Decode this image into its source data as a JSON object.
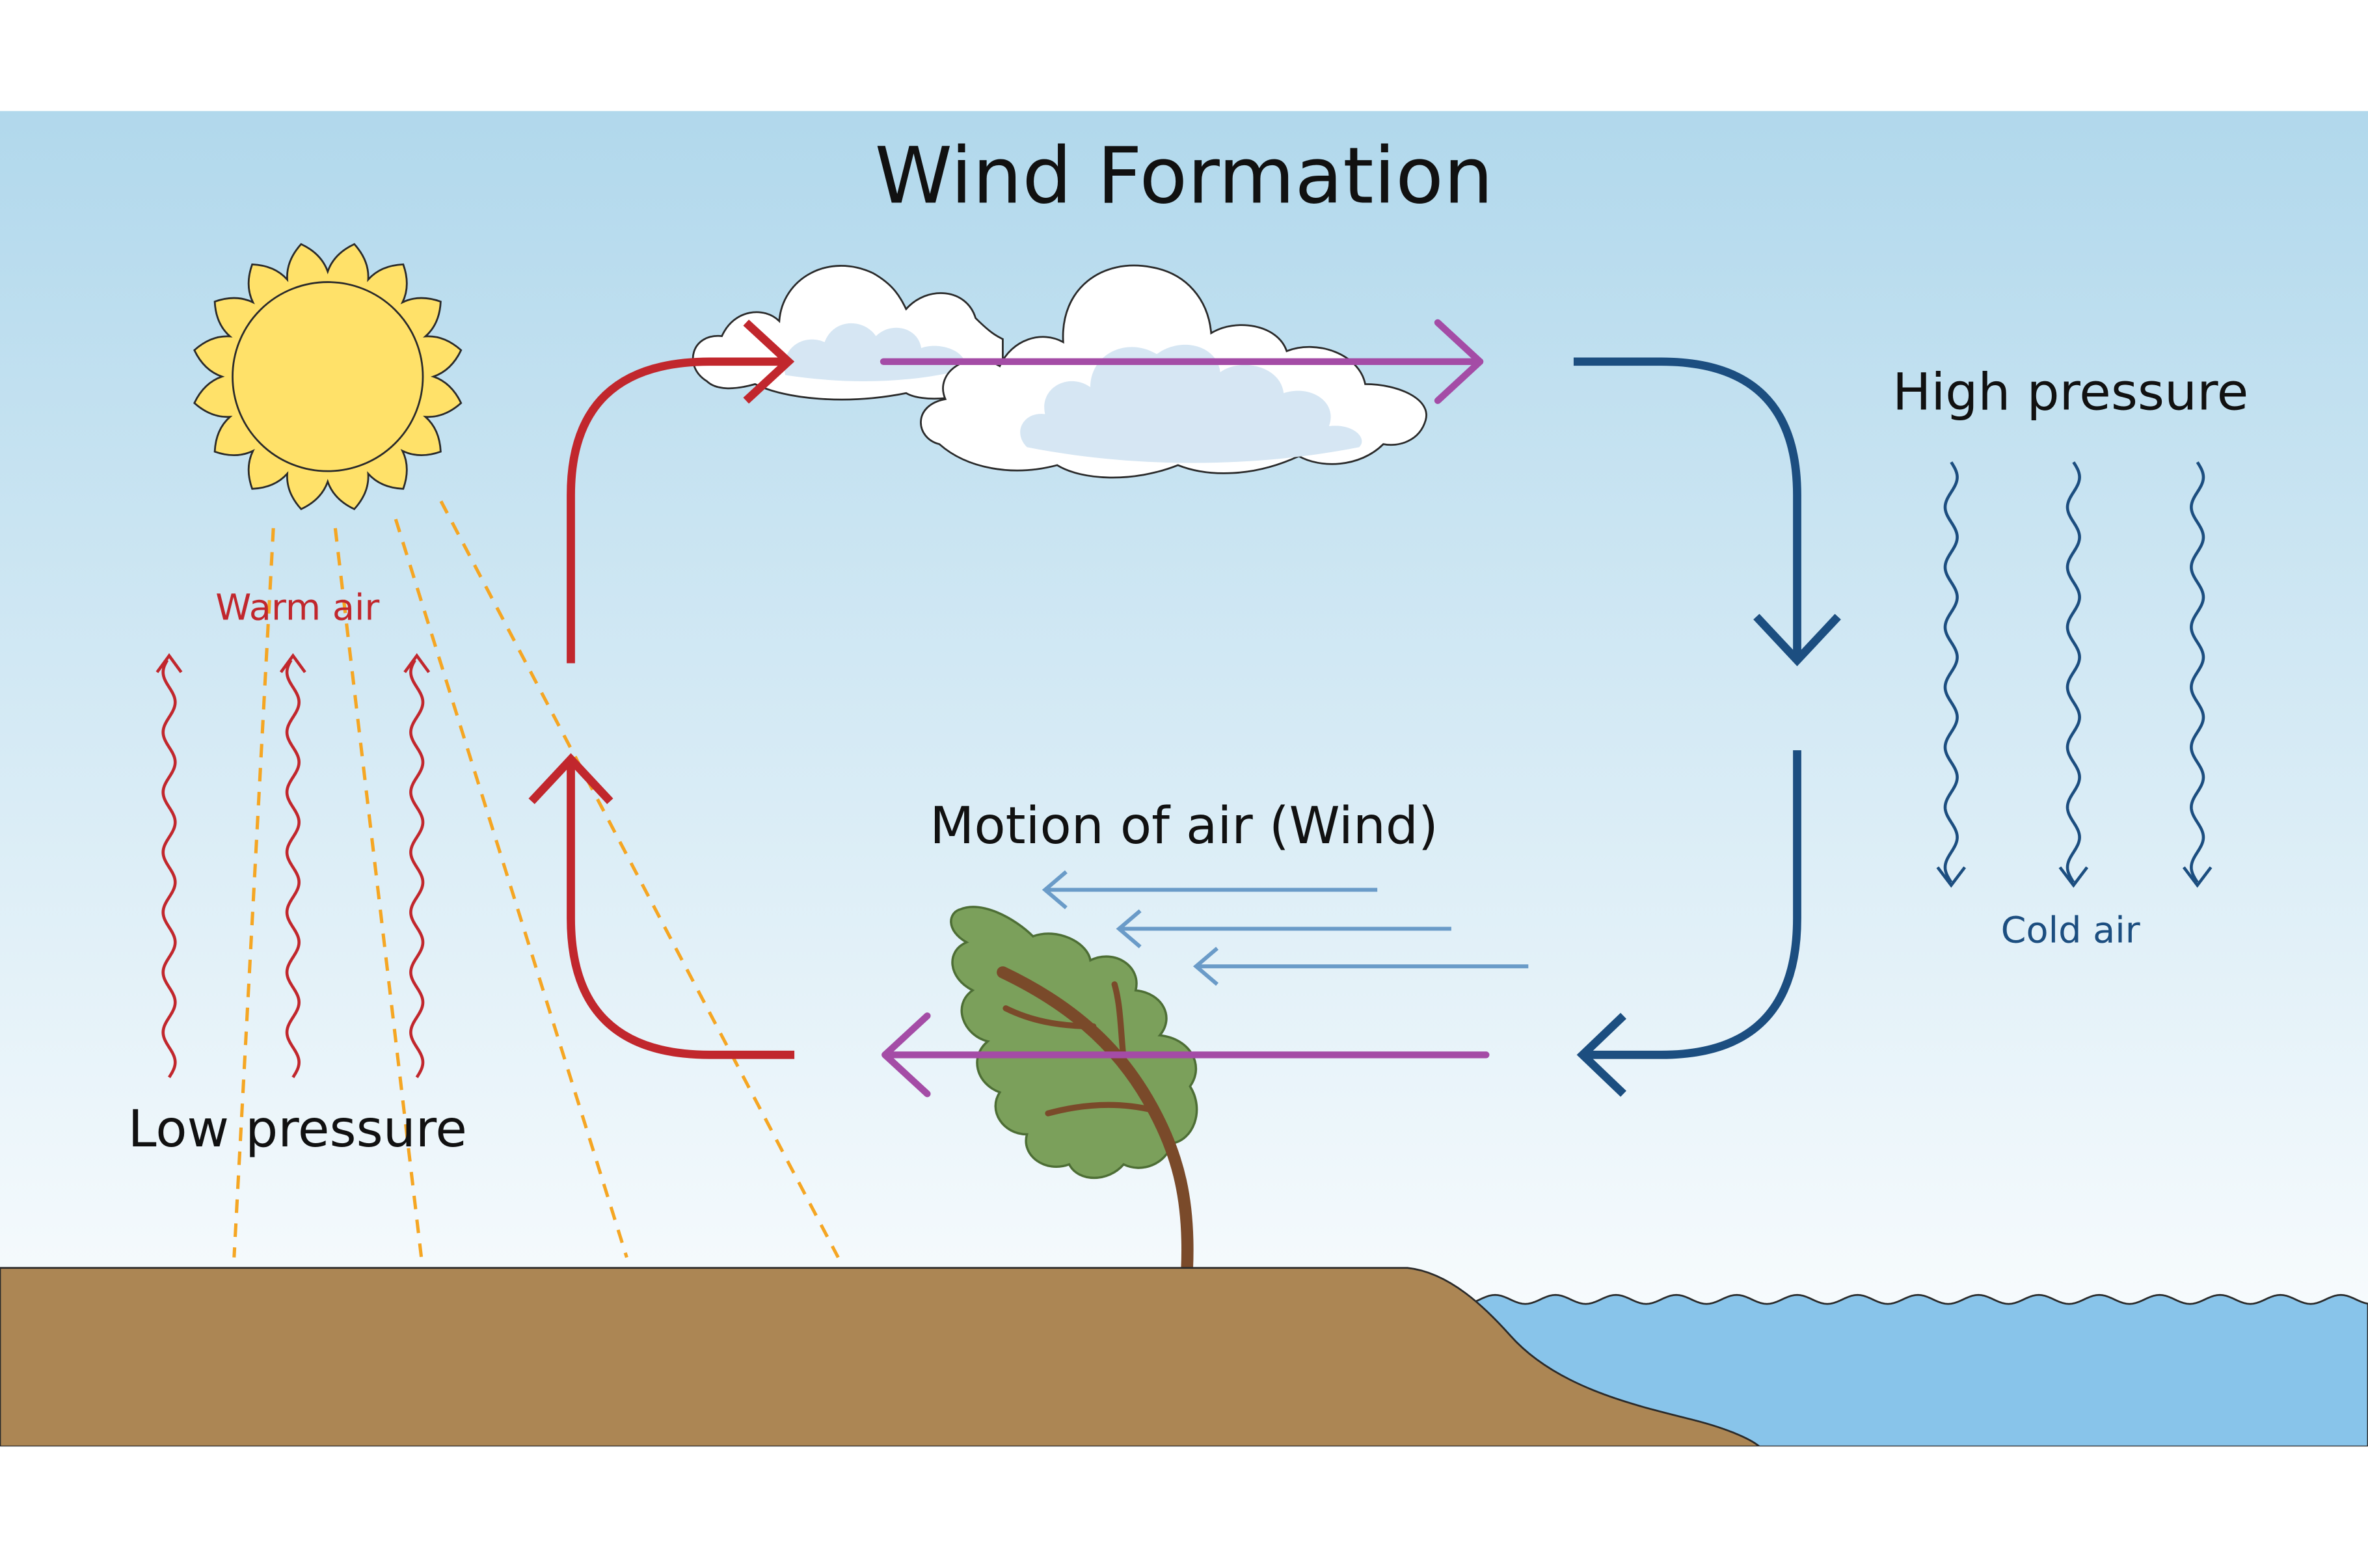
{
  "title": "Wind Formation",
  "labels": {
    "high_pressure": "High pressure",
    "low_pressure": "Low pressure",
    "warm_air": "Warm air",
    "cold_air": "Cold air",
    "wind": "Motion of air (Wind)"
  },
  "colors": {
    "sky_top": "#b1d8ec",
    "sky_bottom": "#ffffff",
    "warm": "#c1272d",
    "cold": "#1c4e80",
    "wind_main": "#a44ca6",
    "wind_light": "#6a9bc8",
    "sun_body": "#ffe169",
    "sun_stroke": "#2a2a2a",
    "sun_ray": "#f5a623",
    "ground": "#ac8654",
    "water": "#88c4ea",
    "cloud_shade": "#d6e6f3",
    "tree_leaf": "#7ba05b",
    "tree_leaf_dark": "#4d6e35",
    "tree_trunk": "#7a4a2a",
    "text": "#111111"
  }
}
